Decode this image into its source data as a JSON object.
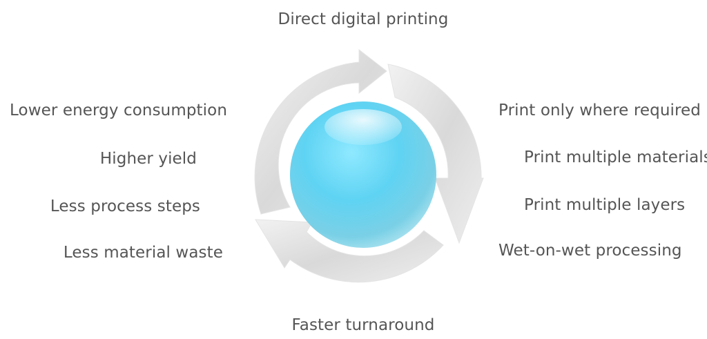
{
  "diagram": {
    "top": "Direct digital printing",
    "bottom": "Faster turnaround",
    "right": [
      "Print only where required",
      "Print multiple materials",
      "Print multiple layers",
      "Wet-on-wet processing"
    ],
    "left": [
      "Lower energy consumption",
      "Higher yield",
      "Less process steps",
      "Less material waste"
    ]
  }
}
